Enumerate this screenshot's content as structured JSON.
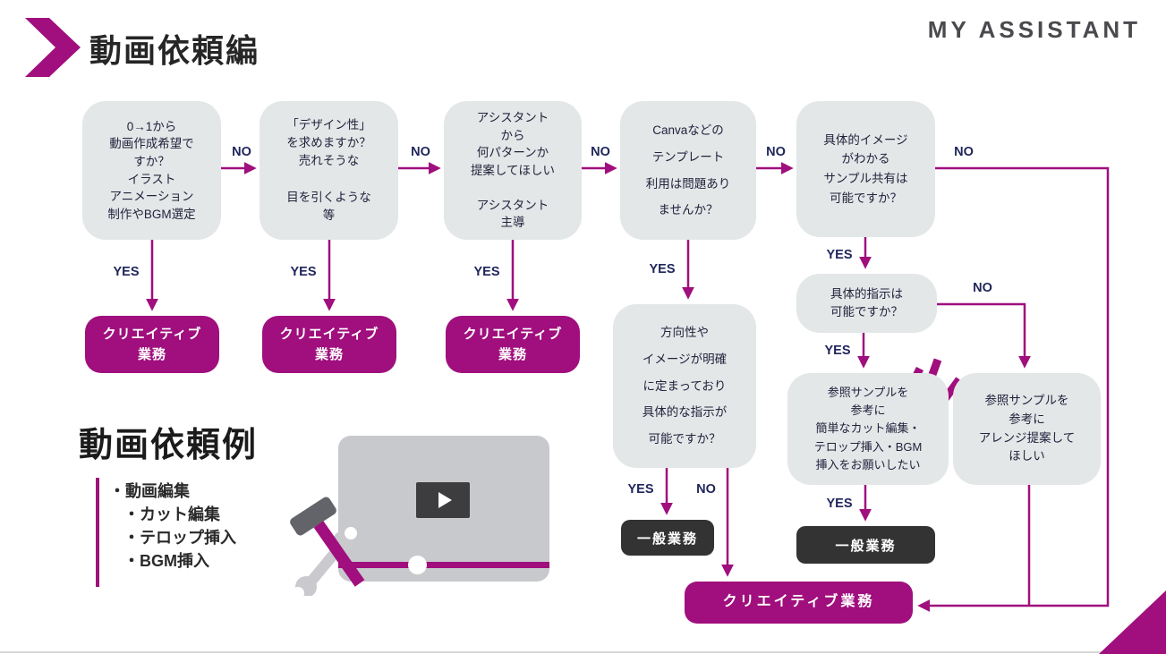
{
  "header": {
    "title": "動画依頼編",
    "brand": "MY ASSISTANT"
  },
  "labels": {
    "yes": "YES",
    "no": "NO"
  },
  "nodes": {
    "q1": "0→1から\n動画作成希望で\nすか？\nイラスト\nアニメーション\n制作やBGM選定",
    "q2": "「デザイン性」\nを求めますか？\n売れそうな\n\n目を引くような\n等",
    "q3": "アシスタント\nから\n何パターンか\n提案してほしい\n\nアシスタント\n主導",
    "q4": "Canvaなどの\nテンプレート\n利用は問題あり\nませんか？",
    "q5": "具体的イメージ\nがわかる\nサンプル共有は\n可能ですか？",
    "q6": "方向性や\nイメージが明確\nに定まっており\n具体的な指示が\n可能ですか？",
    "q7": "具体的指示は\n可能ですか？",
    "q8": "参照サンプルを\n参考に\n簡単なカット編集・\nテロップ挿入・BGM\n挿入をお願いしたい",
    "q9": "参照サンプルを\n参考に\nアレンジ提案して\nほしい"
  },
  "results": {
    "creative_stacked": "クリエイティブ\n業務",
    "creative_wide": "クリエイティブ業務",
    "general": "一般業務"
  },
  "examples": {
    "heading": "動画依頼例",
    "items": [
      "・動画編集",
      "・カット編集",
      "・テロップ挿入",
      "・BGM挿入"
    ]
  },
  "colors": {
    "accent": "#a00f7d",
    "node_bg": "#e3e7e8",
    "dark_node_bg": "#333333",
    "label_text": "#20265c"
  },
  "icons": {
    "header": "chevron-right-icon",
    "video": "play-icon",
    "tools": "hammer-wrench-icon",
    "emphasis": "spark-icon",
    "corner": "corner-triangle-icon"
  }
}
